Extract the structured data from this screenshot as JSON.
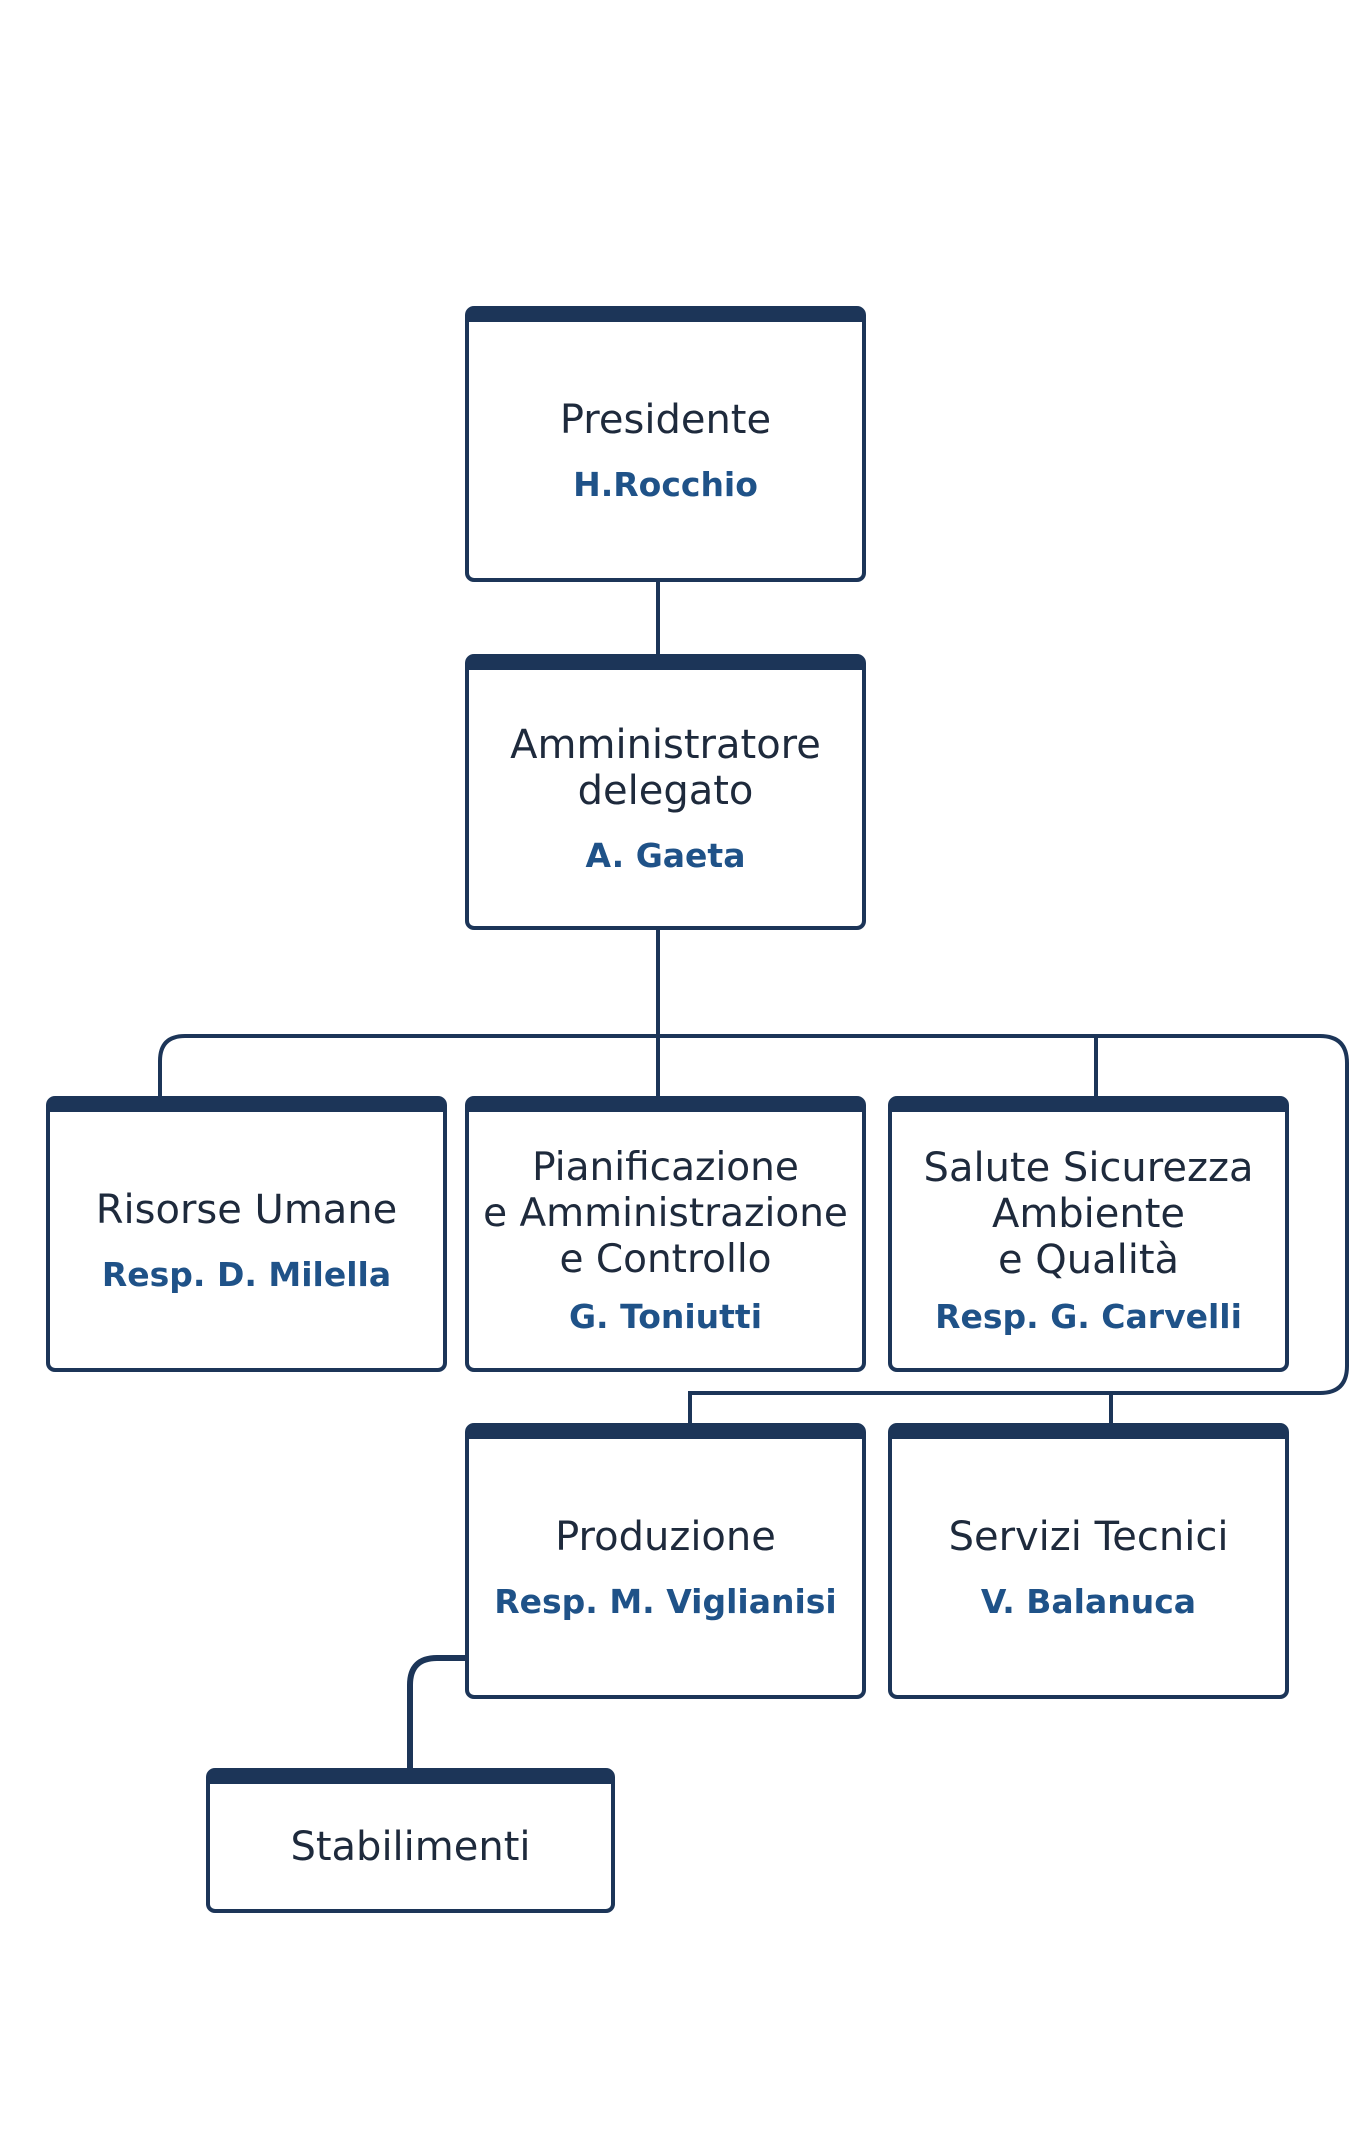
{
  "nodes": {
    "presidente": {
      "title": "Presidente",
      "person": "H.Rocchio"
    },
    "amministratore": {
      "title": "Amministratore\ndelegato",
      "person": "A. Gaeta"
    },
    "risorse_umane": {
      "title": "Risorse Umane",
      "person": "Resp. D. Milella"
    },
    "pianificazione": {
      "title": "Pianificazione\ne Amministrazione\ne Controllo",
      "person": "G. Toniutti"
    },
    "salute": {
      "title": "Salute Sicurezza\nAmbiente\ne Qualità",
      "person": "Resp. G. Carvelli"
    },
    "produzione": {
      "title": "Produzione",
      "person": "Resp. M. Viglianisi"
    },
    "servizi_tecnici": {
      "title": "Servizi Tecnici",
      "person": "V. Balanuca"
    },
    "stabilimenti": {
      "title": "Stabilimenti"
    }
  },
  "colors": {
    "box_border": "#1c3558",
    "title_text": "#1e2a3c",
    "person_text": "#1f5288",
    "connector": "#1c3558"
  }
}
